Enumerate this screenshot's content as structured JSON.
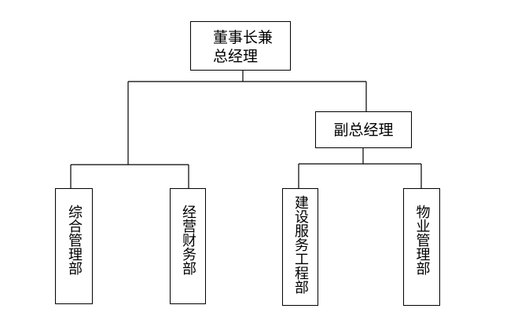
{
  "top_node": {
    "line1": "董事长兼",
    "line2": "总经理"
  },
  "deputy_node": {
    "label": "副总经理"
  },
  "departments": [
    {
      "label": "综合管理部"
    },
    {
      "label": "经营财务部"
    },
    {
      "label": "建设服务工程部"
    },
    {
      "label": "物业管理部"
    }
  ]
}
